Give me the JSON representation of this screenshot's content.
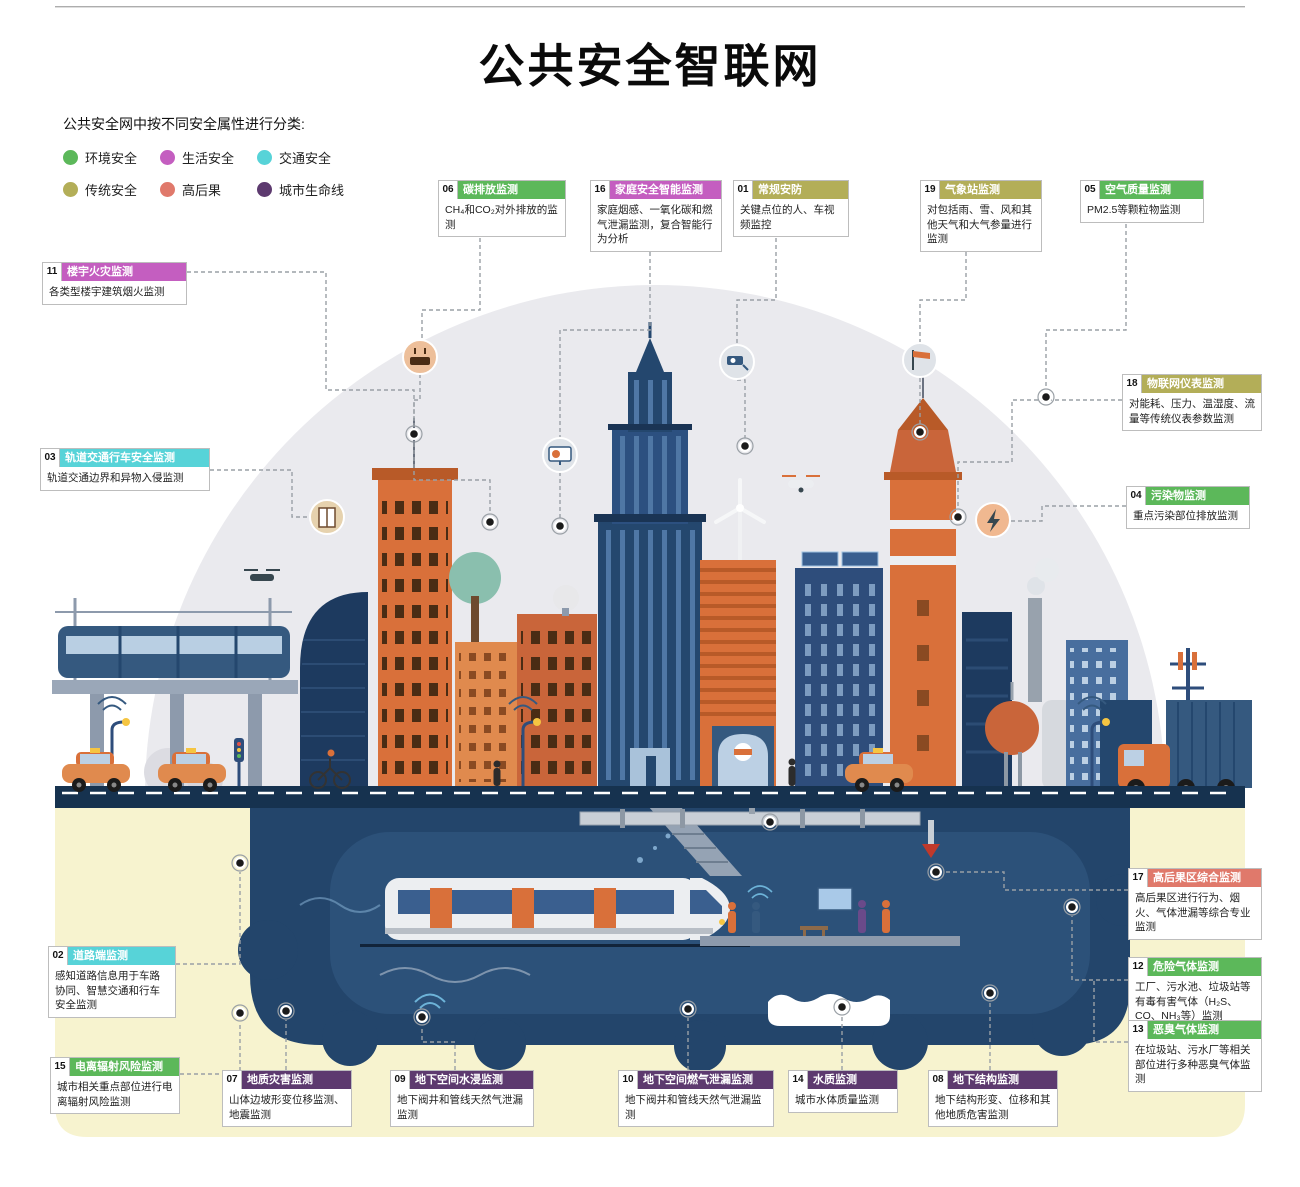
{
  "page": {
    "title": "公共安全智联网",
    "note": "公共安全网中按不同安全属性进行分类:"
  },
  "legend": {
    "items": [
      {
        "label": "环境安全",
        "color": "#5cb85a"
      },
      {
        "label": "生活安全",
        "color": "#c45ec0"
      },
      {
        "label": "交通安全",
        "color": "#57d3d8"
      },
      {
        "label": "传统安全",
        "color": "#b3ae58"
      },
      {
        "label": "高后果",
        "color": "#e0796b"
      },
      {
        "label": "城市生命线",
        "color": "#5d3a6f"
      }
    ]
  },
  "callouts": {
    "c01": {
      "num": "01",
      "title": "常规安防",
      "desc": "关键点位的人、车视频监控",
      "category": "传统安全"
    },
    "c02": {
      "num": "02",
      "title": "道路端监测",
      "desc": "感知道路信息用于车路协同、智慧交通和行车安全监测",
      "category": "交通安全"
    },
    "c03": {
      "num": "03",
      "title": "轨道交通行车安全监测",
      "desc": "轨道交通边界和异物入侵监测",
      "category": "交通安全"
    },
    "c04": {
      "num": "04",
      "title": "污染物监测",
      "desc": "重点污染部位排放监测",
      "category": "环境安全"
    },
    "c05": {
      "num": "05",
      "title": "空气质量监测",
      "desc": "PM2.5等颗粒物监测",
      "category": "环境安全"
    },
    "c06": {
      "num": "06",
      "title": "碳排放监测",
      "desc": "CH₄和CO₂对外排放的监测",
      "category": "环境安全"
    },
    "c07": {
      "num": "07",
      "title": "地质灾害监测",
      "desc": "山体边坡形变位移监测、地震监测",
      "category": "城市生命线"
    },
    "c08": {
      "num": "08",
      "title": "地下结构监测",
      "desc": "地下结构形变、位移和其他地质危害监测",
      "category": "城市生命线"
    },
    "c09": {
      "num": "09",
      "title": "地下空间水浸监测",
      "desc": "地下阀井和管线天然气泄漏监测",
      "category": "城市生命线"
    },
    "c10": {
      "num": "10",
      "title": "地下空间燃气泄漏监测",
      "desc": "地下阀井和管线天然气泄漏监测",
      "category": "城市生命线"
    },
    "c11": {
      "num": "11",
      "title": "楼宇火灾监测",
      "desc": "各类型楼宇建筑烟火监测",
      "category": "生活安全"
    },
    "c12": {
      "num": "12",
      "title": "危险气体监测",
      "desc": "工厂、污水池、垃圾站等有毒有害气体（H₂S、CO、NH₃等）监测",
      "category": "环境安全"
    },
    "c13": {
      "num": "13",
      "title": "恶臭气体监测",
      "desc": "在垃圾站、污水厂等相关部位进行多种恶臭气体监测",
      "category": "环境安全"
    },
    "c14": {
      "num": "14",
      "title": "水质监测",
      "desc": "城市水体质量监测",
      "category": "城市生命线"
    },
    "c15": {
      "num": "15",
      "title": "电离辐射风险监测",
      "desc": "城市相关重点部位进行电离辐射风险监测",
      "category": "环境安全"
    },
    "c16": {
      "num": "16",
      "title": "家庭安全智能监测",
      "desc": "家庭烟感、一氧化碳和燃气泄漏监测，复合智能行为分析",
      "category": "生活安全"
    },
    "c17": {
      "num": "17",
      "title": "高后果区综合监测",
      "desc": "高后果区进行行为、烟火、气体泄漏等综合专业监测",
      "category": "高后果"
    },
    "c18": {
      "num": "18",
      "title": "物联网仪表监测",
      "desc": "对能耗、压力、温湿度、流量等传统仪表参数监测",
      "category": "传统安全"
    },
    "c19": {
      "num": "19",
      "title": "气象站监测",
      "desc": "对包括雨、雪、风和其他天气和大气参量进行监测",
      "category": "传统安全"
    }
  },
  "scene": {
    "icons": [
      "stove-icon",
      "home-monitor-icon",
      "cctv-camera-icon",
      "windsock-icon",
      "elevator-icon",
      "power-icon",
      "wifi-icon",
      "valve-icon",
      "sensor-node",
      "drone",
      "wind-turbine",
      "subway-train",
      "metro-entrance-sign"
    ]
  }
}
